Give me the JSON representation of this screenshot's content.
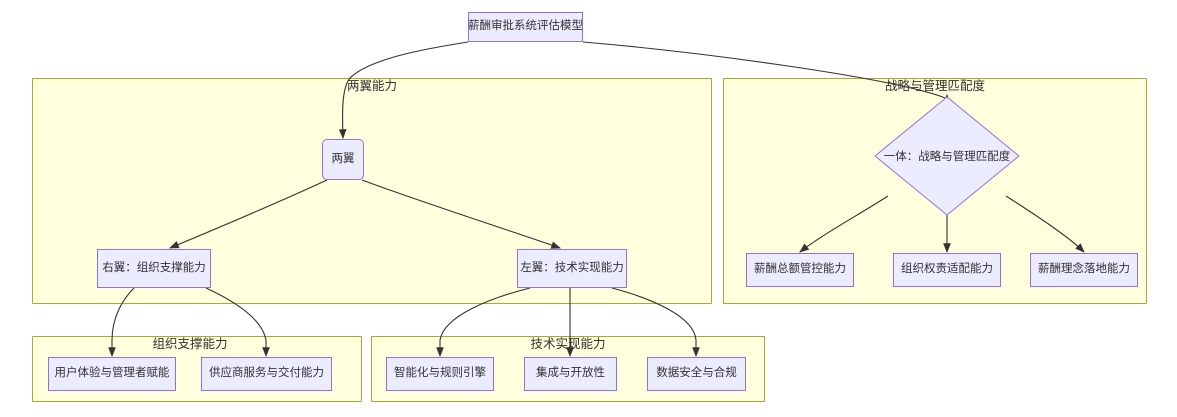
{
  "diagram": {
    "type": "flowchart",
    "direction": "top-down",
    "theme": {
      "node_fill": "#ececff",
      "node_stroke": "#9370db",
      "cluster_fill": "#ffffde",
      "cluster_stroke": "#aaaa33",
      "edge_stroke": "#333333",
      "text_color": "#333333",
      "background": "#ffffff"
    },
    "root": {
      "id": "root",
      "label": "薪酬审批系统评估模型"
    },
    "clusters": [
      {
        "id": "cluster-two-wings",
        "label": "两翼能力"
      },
      {
        "id": "cluster-strategy-match",
        "label": "战略与管理匹配度"
      },
      {
        "id": "cluster-org-support",
        "label": "组织支撑能力"
      },
      {
        "id": "cluster-tech-capability",
        "label": "技术实现能力"
      }
    ],
    "nodes": {
      "two_wings": "两翼",
      "right_wing": "右翼：组织支撑能力",
      "left_wing": "左翼：技术实现能力",
      "unity_diamond": "一体：战略与管理匹配度",
      "strategy_children": [
        "薪酬总额管控能力",
        "组织权责适配能力",
        "薪酬理念落地能力"
      ],
      "org_support_children": [
        "用户体验与管理者赋能",
        "供应商服务与交付能力"
      ],
      "tech_children": [
        "智能化与规则引擎",
        "集成与开放性",
        "数据安全与合规"
      ]
    },
    "edges": [
      {
        "from": "薪酬审批系统评估模型",
        "to": "两翼"
      },
      {
        "from": "薪酬审批系统评估模型",
        "to": "一体：战略与管理匹配度"
      },
      {
        "from": "两翼",
        "to": "右翼：组织支撑能力"
      },
      {
        "from": "两翼",
        "to": "左翼：技术实现能力"
      },
      {
        "from": "右翼：组织支撑能力",
        "to": "用户体验与管理者赋能"
      },
      {
        "from": "右翼：组织支撑能力",
        "to": "供应商服务与交付能力"
      },
      {
        "from": "左翼：技术实现能力",
        "to": "智能化与规则引擎"
      },
      {
        "from": "左翼：技术实现能力",
        "to": "集成与开放性"
      },
      {
        "from": "左翼：技术实现能力",
        "to": "数据安全与合规"
      },
      {
        "from": "一体：战略与管理匹配度",
        "to": "薪酬总额管控能力"
      },
      {
        "from": "一体：战略与管理匹配度",
        "to": "组织权责适配能力"
      },
      {
        "from": "一体：战略与管理匹配度",
        "to": "薪酬理念落地能力"
      }
    ]
  }
}
